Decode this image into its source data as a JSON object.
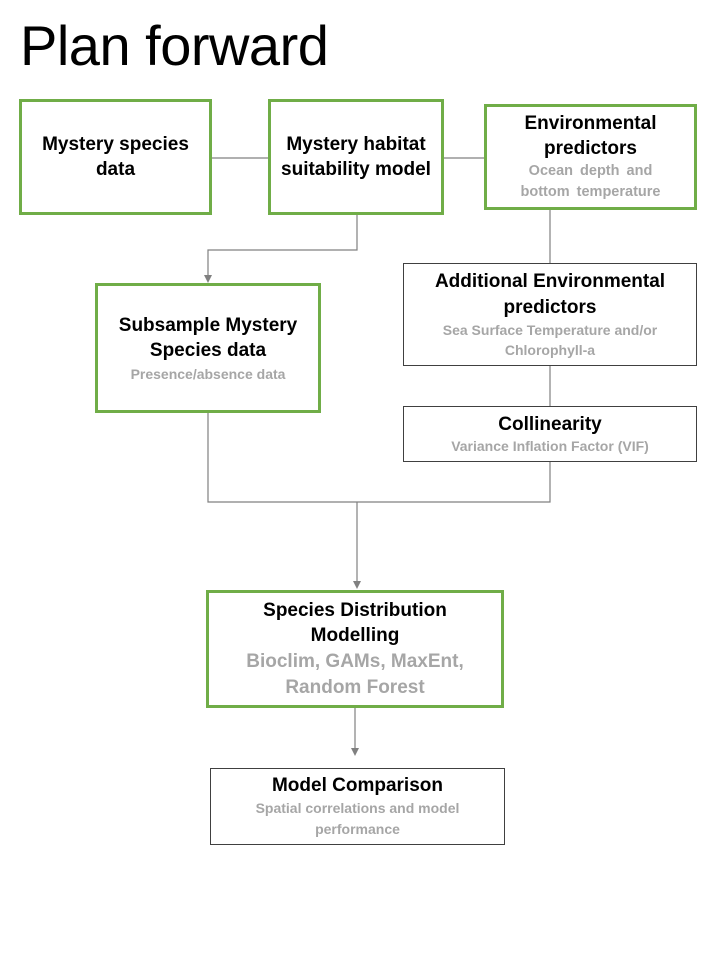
{
  "title": "Plan forward",
  "boxes": {
    "species_data": {
      "heading": "Mystery species data"
    },
    "habitat_model": {
      "heading": "Mystery habitat suitability model"
    },
    "env_predictors": {
      "heading": "Environmental predictors",
      "sub": "Ocean depth and bottom temperature"
    },
    "subsample": {
      "heading": "Subsample Mystery Species data",
      "sub": "Presence/absence data"
    },
    "additional_env": {
      "heading": "Additional Environmental predictors",
      "sub": "Sea Surface Temperature and/or Chlorophyll-a"
    },
    "collinearity": {
      "heading": "Collinearity",
      "sub": "Variance Inflation Factor (VIF)"
    },
    "sdm": {
      "heading": "Species Distribution Modelling",
      "sub": "Bioclim, GAMs, MaxEnt, Random Forest"
    },
    "model_comparison": {
      "heading": "Model Comparison",
      "sub": "Spatial correlations and model performance"
    }
  },
  "colors": {
    "green_border": "#70ad47",
    "gray_text": "#a6a6a6",
    "connector": "#808080"
  }
}
